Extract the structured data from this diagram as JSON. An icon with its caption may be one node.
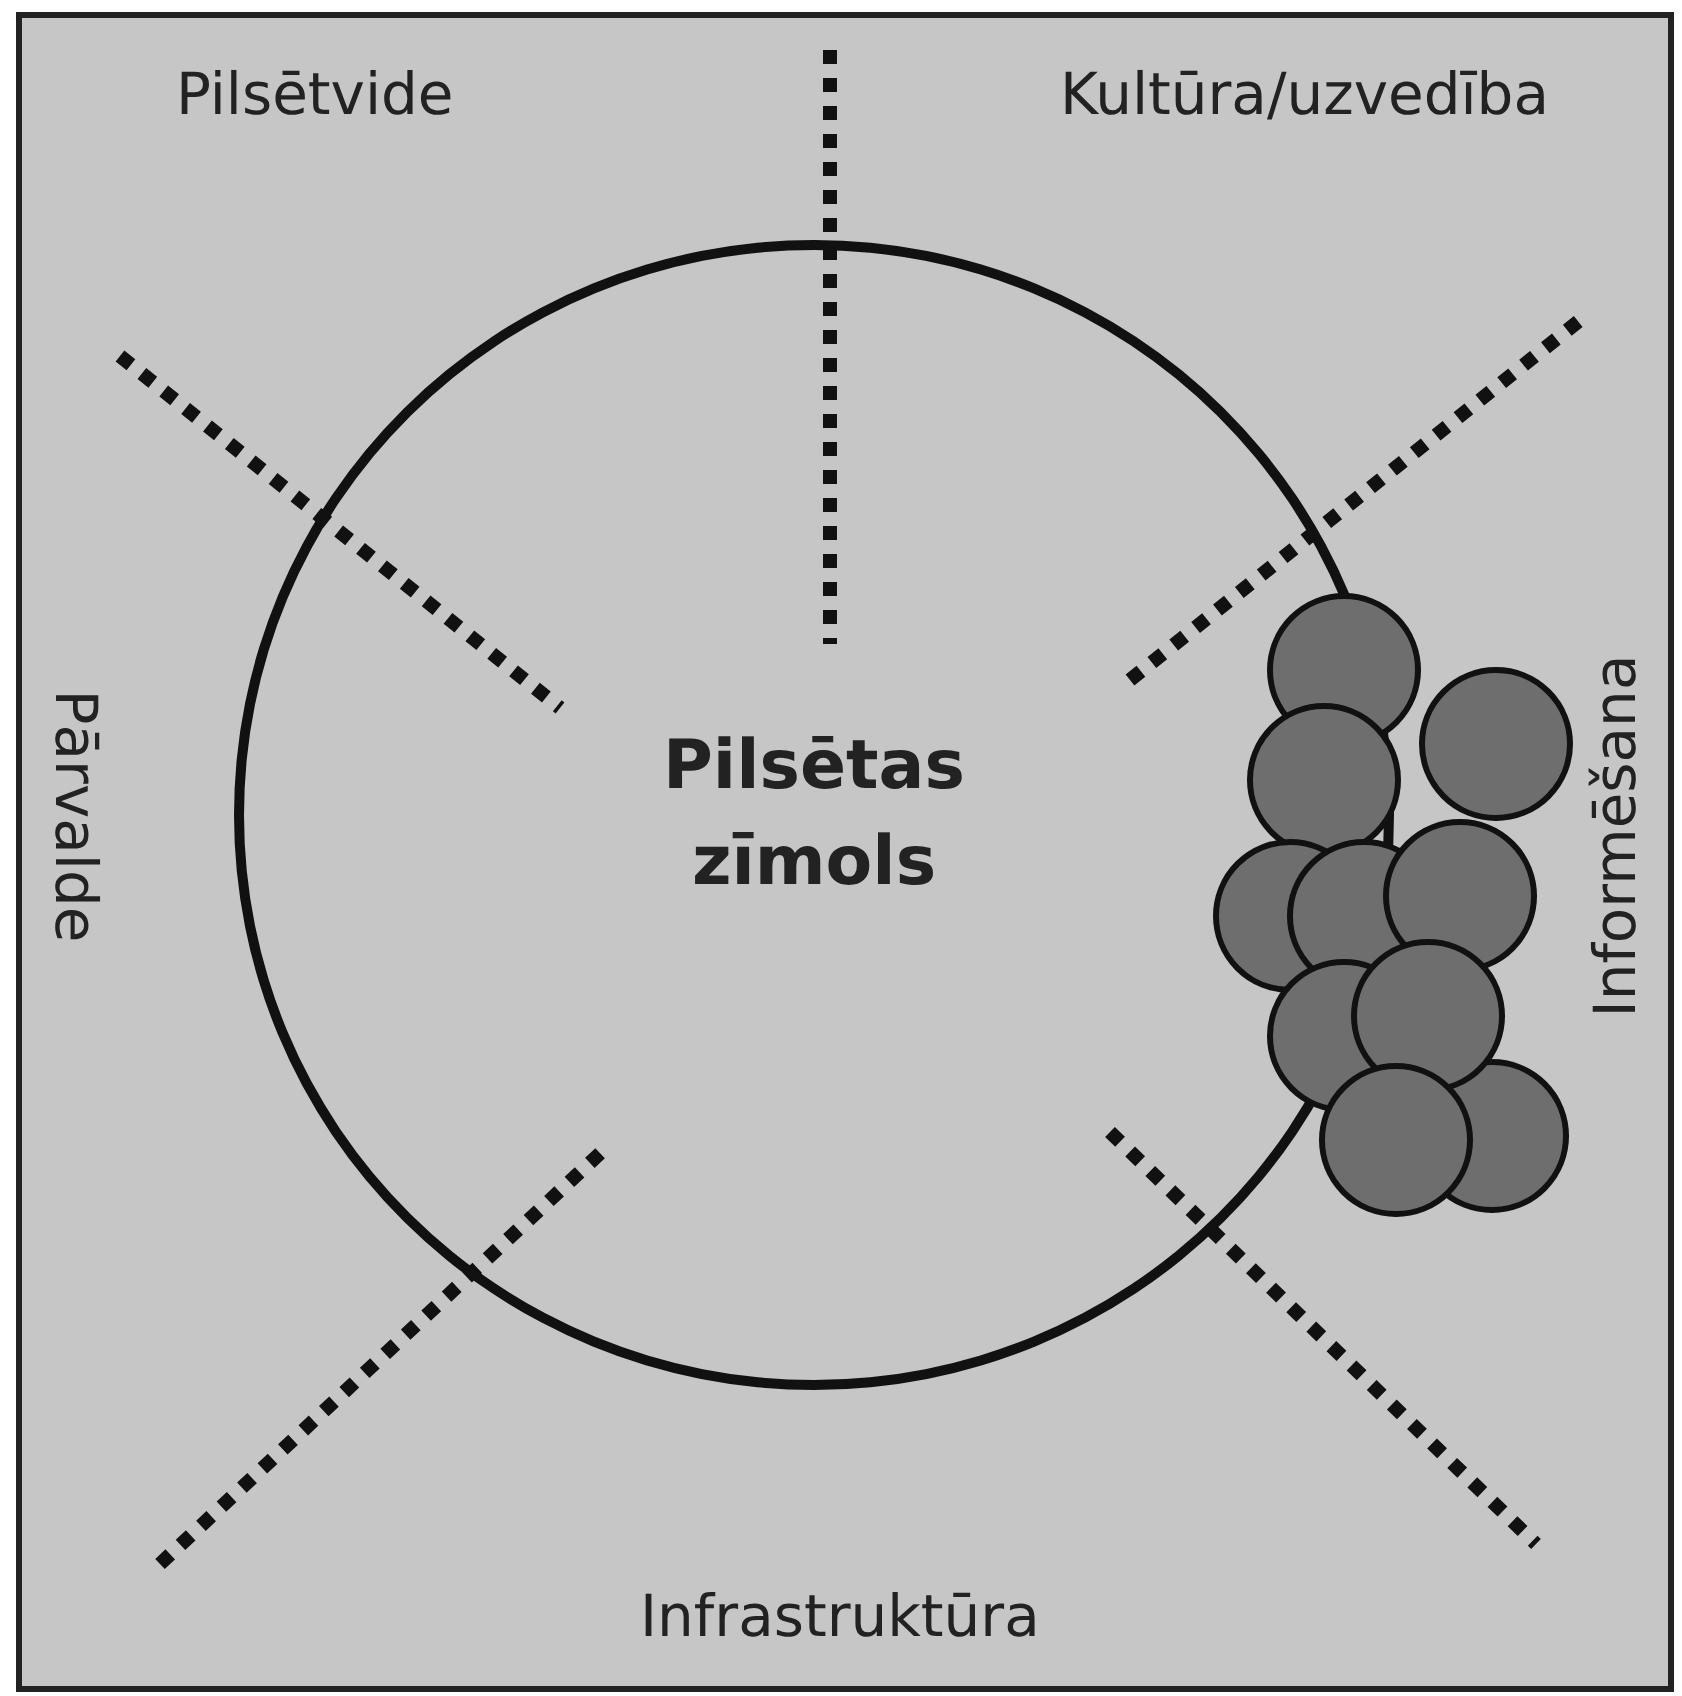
{
  "diagram": {
    "nodes": [
      {
        "text": [
          "Pilsētas zīmols"
        ]
      }
    ],
    "labels": [
      "Pilsētvide",
      "Kultūra/uzvedība",
      "Pārvalde",
      "Informēšana",
      "Infrastruktūra"
    ]
  }
}
